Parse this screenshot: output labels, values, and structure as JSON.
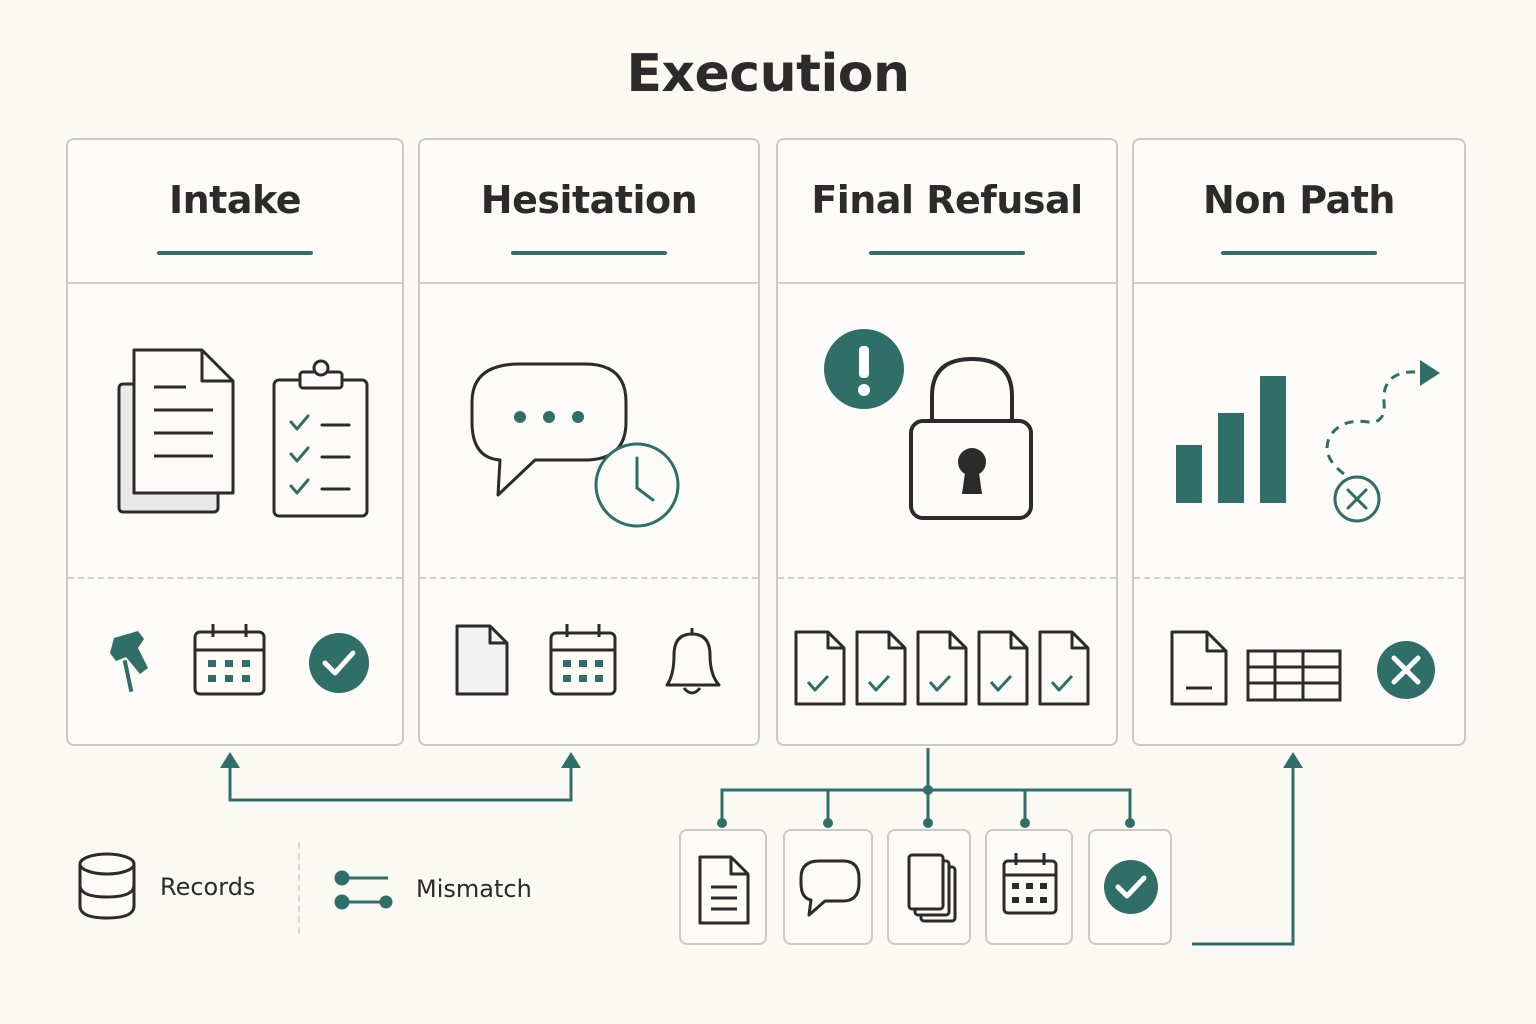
{
  "title": "Execution",
  "panels": [
    {
      "label": "Intake"
    },
    {
      "label": "Hesitation"
    },
    {
      "label": "Final Refusal"
    },
    {
      "label": "Non Path"
    }
  ],
  "legend": {
    "records": "Records",
    "mismatch": "Mismatch"
  },
  "colors": {
    "accent": "#2f6f68",
    "ink": "#2b2b2b",
    "border": "#c9c9c9",
    "background": "#fbf9f4"
  },
  "icons": {
    "intake_main": [
      "document-stack-icon",
      "checklist-clipboard-icon"
    ],
    "intake_footer": [
      "pushpin-icon",
      "calendar-icon",
      "check-circle-icon"
    ],
    "hesitation_main": [
      "speech-bubble-icon",
      "clock-icon"
    ],
    "hesitation_footer": [
      "blank-document-icon",
      "calendar-icon",
      "bell-icon"
    ],
    "final_refusal_main": [
      "alert-icon",
      "padlock-icon"
    ],
    "final_refusal_footer": [
      "checked-document-icon",
      "checked-document-icon",
      "checked-document-icon",
      "checked-document-icon",
      "checked-document-icon"
    ],
    "non_path_main": [
      "bar-chart-icon",
      "dashed-path-arrow-icon",
      "x-circle-icon"
    ],
    "non_path_footer": [
      "document-icon",
      "table-grid-icon",
      "x-circle-icon"
    ],
    "branch_boxes": [
      "document-icon",
      "speech-bubble-icon",
      "document-stack-icon",
      "calendar-icon",
      "check-circle-icon"
    ],
    "legend": [
      "database-icon",
      "connector-icon"
    ]
  }
}
